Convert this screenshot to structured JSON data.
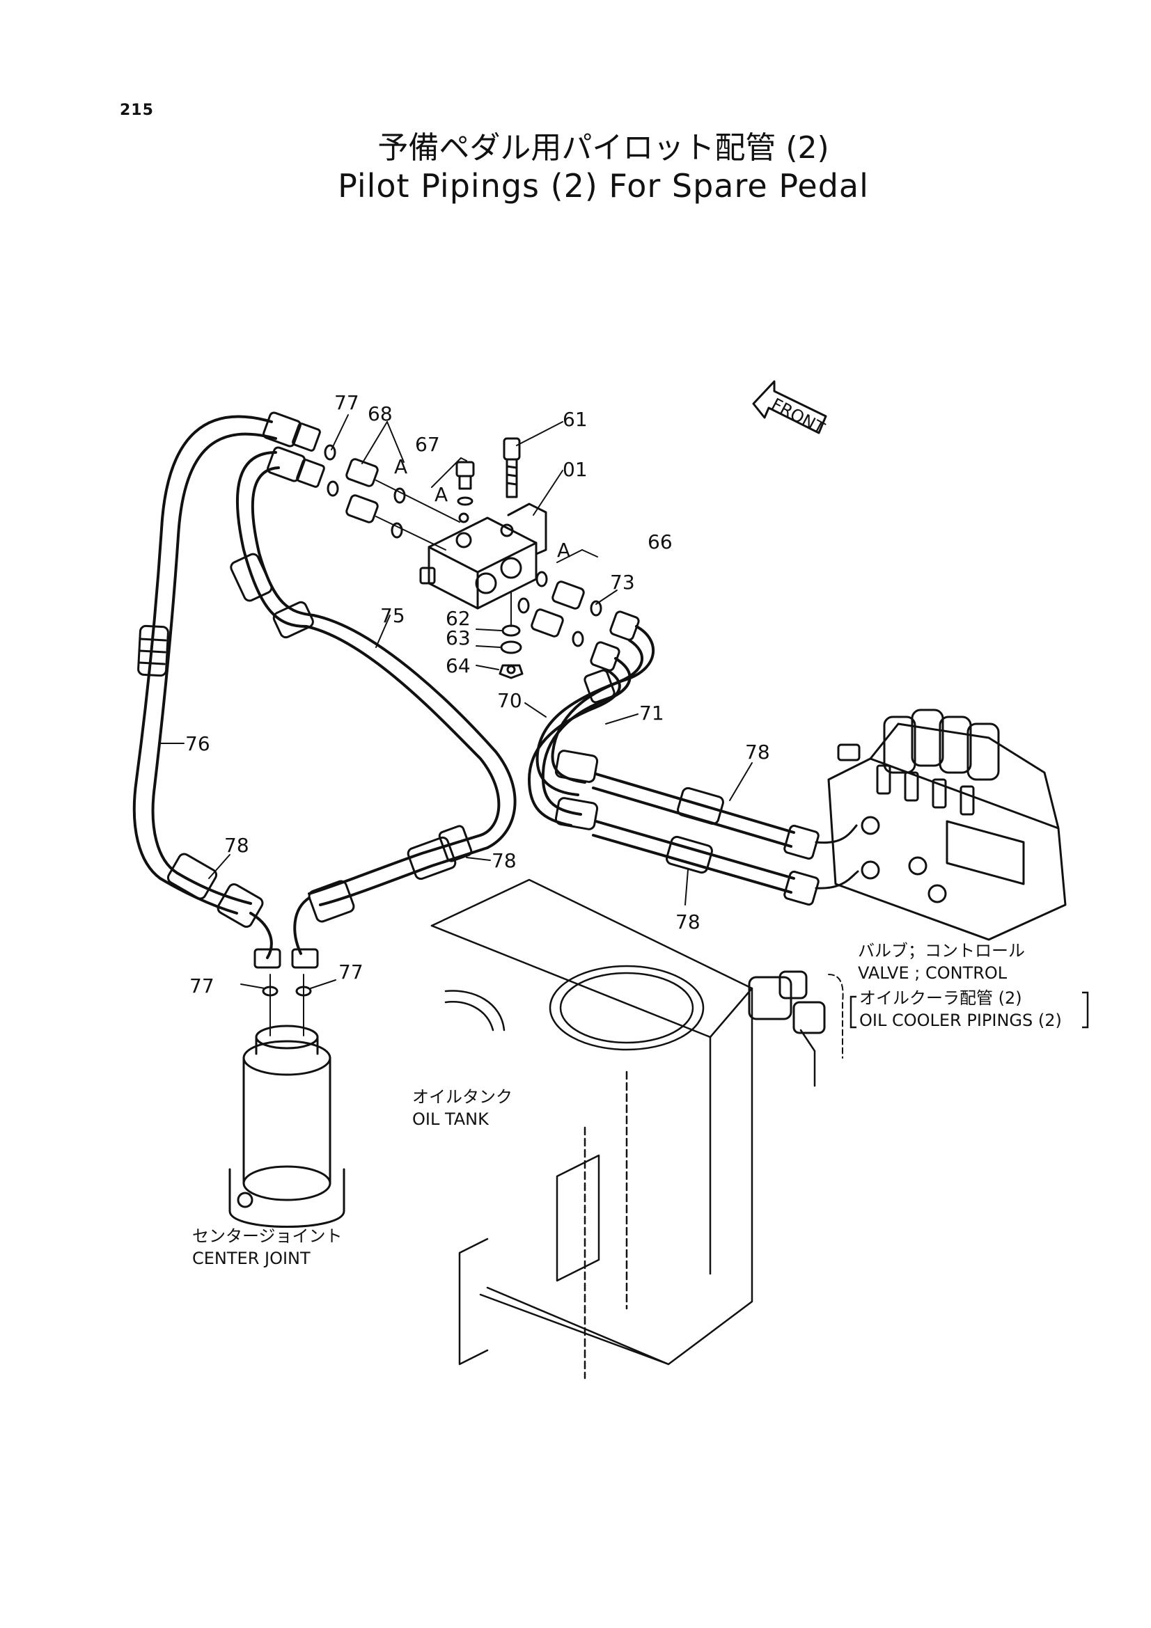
{
  "page_number": "215",
  "title_jp": "予備ペダル用パイロット配管 (2)",
  "title_en": "Pilot Pipings (2) For Spare Pedal",
  "front_label": "FRONT",
  "callouts": {
    "p77a": "77",
    "p68": "68",
    "p61": "61",
    "p67": "67",
    "p01": "01",
    "pA1": "A",
    "pA2": "A",
    "pA3": "A",
    "p66": "66",
    "p73": "73",
    "p62": "62",
    "p63": "63",
    "p64": "64",
    "p75": "75",
    "p70": "70",
    "p71": "71",
    "p76": "76",
    "p78a": "78",
    "p78b": "78",
    "p78c": "78",
    "p78d": "78",
    "p77b": "77",
    "p77c": "77"
  },
  "labels": {
    "valve_jp": "バルブ；コントロール",
    "valve_en": "VALVE ; CONTROL",
    "cooler_jp": "オイルクーラ配管 (2)",
    "cooler_en": "OIL COOLER PIPINGS (2)",
    "tank_jp": "オイルタンク",
    "tank_en": "OIL TANK",
    "joint_jp": "センタージョイント",
    "joint_en": "CENTER JOINT"
  }
}
